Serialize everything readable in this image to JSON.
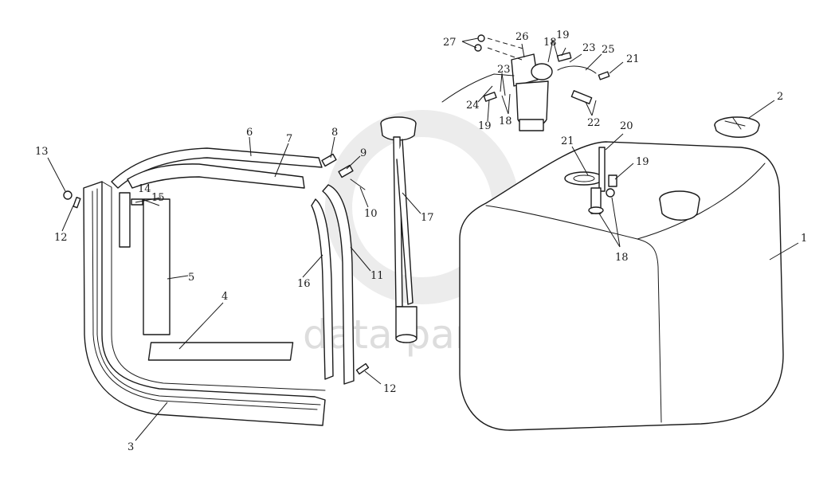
{
  "colors": {
    "line": "#1a1a1a",
    "background": "#ffffff",
    "watermark": "#d2d2d2"
  },
  "watermark": {
    "text": "data parts"
  },
  "callouts": [
    {
      "id": "c1",
      "text": "1"
    },
    {
      "id": "c2",
      "text": "2"
    },
    {
      "id": "c3",
      "text": "3"
    },
    {
      "id": "c4",
      "text": "4"
    },
    {
      "id": "c5",
      "text": "5"
    },
    {
      "id": "c6",
      "text": "6"
    },
    {
      "id": "c7",
      "text": "7"
    },
    {
      "id": "c8",
      "text": "8"
    },
    {
      "id": "c9",
      "text": "9"
    },
    {
      "id": "c10",
      "text": "10"
    },
    {
      "id": "c11",
      "text": "11"
    },
    {
      "id": "c12a",
      "text": "12"
    },
    {
      "id": "c12b",
      "text": "12"
    },
    {
      "id": "c13",
      "text": "13"
    },
    {
      "id": "c14",
      "text": "14"
    },
    {
      "id": "c15",
      "text": "15"
    },
    {
      "id": "c16",
      "text": "16"
    },
    {
      "id": "c17",
      "text": "17"
    },
    {
      "id": "c18a",
      "text": "18"
    },
    {
      "id": "c18b",
      "text": "18"
    },
    {
      "id": "c18c",
      "text": "18"
    },
    {
      "id": "c19a",
      "text": "19"
    },
    {
      "id": "c19b",
      "text": "19"
    },
    {
      "id": "c19c",
      "text": "19"
    },
    {
      "id": "c20",
      "text": "20"
    },
    {
      "id": "c21a",
      "text": "21"
    },
    {
      "id": "c21b",
      "text": "21"
    },
    {
      "id": "c22",
      "text": "22"
    },
    {
      "id": "c23a",
      "text": "23"
    },
    {
      "id": "c23b",
      "text": "23"
    },
    {
      "id": "c24",
      "text": "24"
    },
    {
      "id": "c25",
      "text": "25"
    },
    {
      "id": "c26",
      "text": "26"
    },
    {
      "id": "c27",
      "text": "27"
    }
  ]
}
